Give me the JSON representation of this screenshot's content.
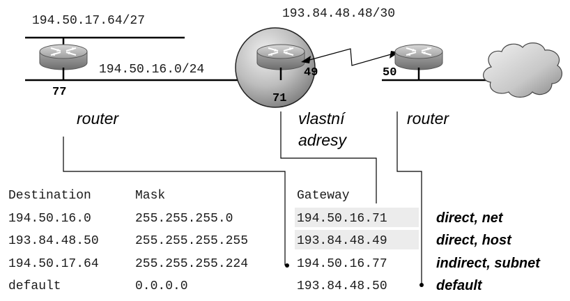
{
  "networks": {
    "top_left": "194.50.17.64/27",
    "top_right": "193.84.48.48/30",
    "middle": "194.50.16.0/24"
  },
  "router_ports": {
    "left": "77",
    "center_right": "49",
    "center_bottom": "71",
    "right": "50"
  },
  "labels": {
    "left_router": "router",
    "own_addresses_line1": "vlastní",
    "own_addresses_line2": "adresy",
    "right_router": "router"
  },
  "table": {
    "headers": {
      "destination": "Destination",
      "mask": "Mask",
      "gateway": "Gateway"
    },
    "rows": [
      {
        "destination": "194.50.16.0",
        "mask": "255.255.255.0",
        "gateway": "194.50.16.71",
        "note": "direct, net"
      },
      {
        "destination": "193.84.48.50",
        "mask": "255.255.255.255",
        "gateway": "193.84.48.49",
        "note": "direct, host"
      },
      {
        "destination": "194.50.17.64",
        "mask": "255.255.255.224",
        "gateway": "194.50.16.77",
        "note": "indirect, subnet"
      },
      {
        "destination": "default",
        "mask": "0.0.0.0",
        "gateway": "193.84.48.50",
        "note": "default"
      }
    ]
  },
  "colors": {
    "highlight_cells": "#ececec",
    "router_body": "#9a9a9a",
    "circle_fill": "#b5b5b5"
  }
}
